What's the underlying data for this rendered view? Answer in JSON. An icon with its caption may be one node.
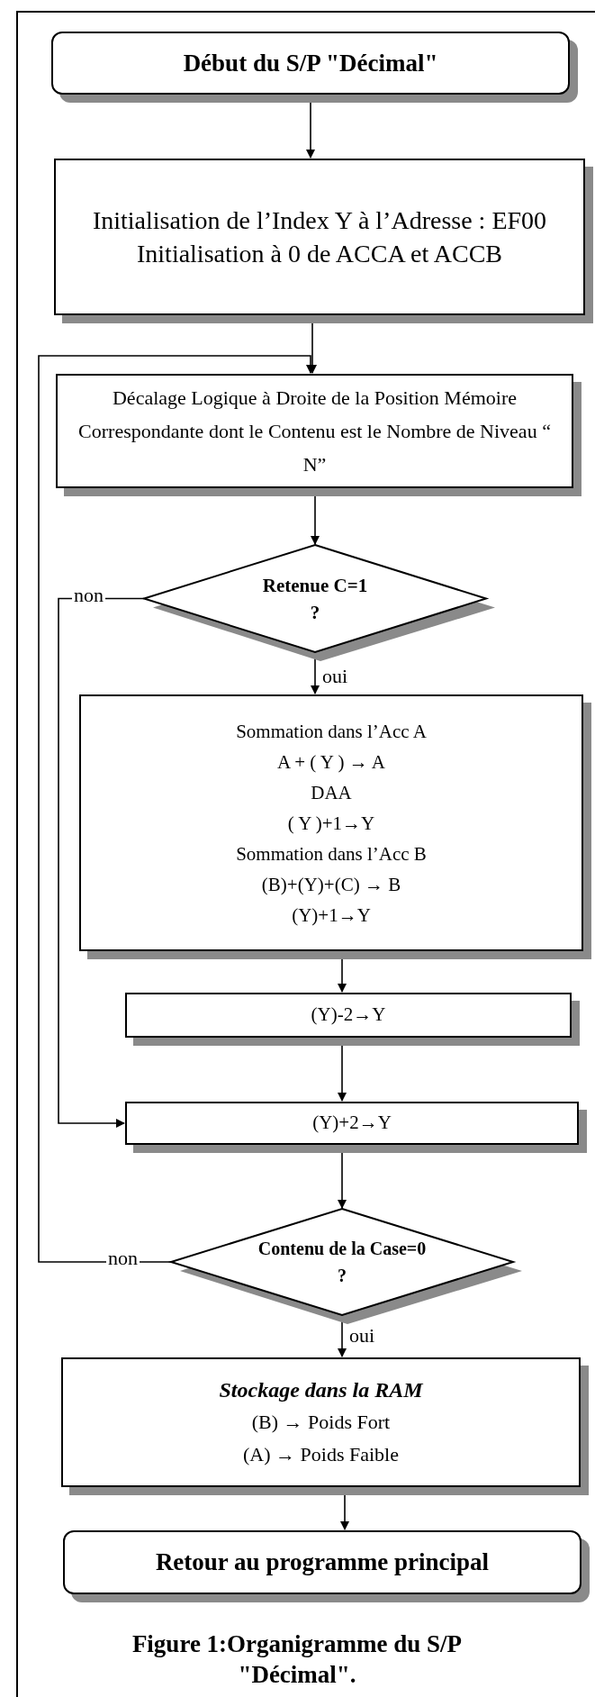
{
  "diagram": {
    "caption": "Figure 1:Organigramme du S/P \"Décimal\".",
    "nodes": [
      {
        "text": [
          "Début du S/P \"Décimal\""
        ]
      },
      {
        "text": [
          "Initialisation de l’Index Y à l’Adresse : EF00",
          "Initialisation à 0 de ACCA et ACCB"
        ]
      },
      {
        "text": [
          "Décalage Logique à Droite de la Position Mémoire Correspondante dont le Contenu est le Nombre de Niveau “ N”"
        ]
      },
      {
        "text": [
          "Retenue C=1",
          "?"
        ]
      },
      {
        "text": [
          "Sommation dans l’Acc A",
          "A + ( Y ) → A",
          "DAA",
          "( Y )+1→Y",
          "Sommation dans l’Acc B",
          "(B)+(Y)+(C) → B",
          "(Y)+1→Y"
        ]
      },
      {
        "text": [
          "(Y)-2→Y"
        ]
      },
      {
        "text": [
          "(Y)+2→Y"
        ]
      },
      {
        "text": [
          "Contenu de la Case=0",
          "?"
        ]
      },
      {
        "text": [
          "Stockage dans la RAM",
          "(B) → Poids Fort",
          "(A) → Poids Faible"
        ]
      },
      {
        "text": [
          "Retour au programme principal"
        ]
      }
    ],
    "edges": [
      {
        "from": 0,
        "to": 1,
        "arrow": "to"
      },
      {
        "from": 1,
        "to": 2,
        "arrow": "to"
      },
      {
        "from": 2,
        "to": 3,
        "arrow": "to"
      },
      {
        "from": 3,
        "to": 4,
        "arrow": "to",
        "label": "oui"
      },
      {
        "from": 3,
        "to": 6,
        "arrow": "to",
        "label": "non"
      },
      {
        "from": 4,
        "to": 5,
        "arrow": "to"
      },
      {
        "from": 5,
        "to": 6,
        "arrow": "to"
      },
      {
        "from": 6,
        "to": 7,
        "arrow": "to"
      },
      {
        "from": 7,
        "to": 2,
        "arrow": "to",
        "label": "non"
      },
      {
        "from": 7,
        "to": 8,
        "arrow": "to",
        "label": "oui"
      },
      {
        "from": 8,
        "to": 9,
        "arrow": "to"
      }
    ]
  }
}
